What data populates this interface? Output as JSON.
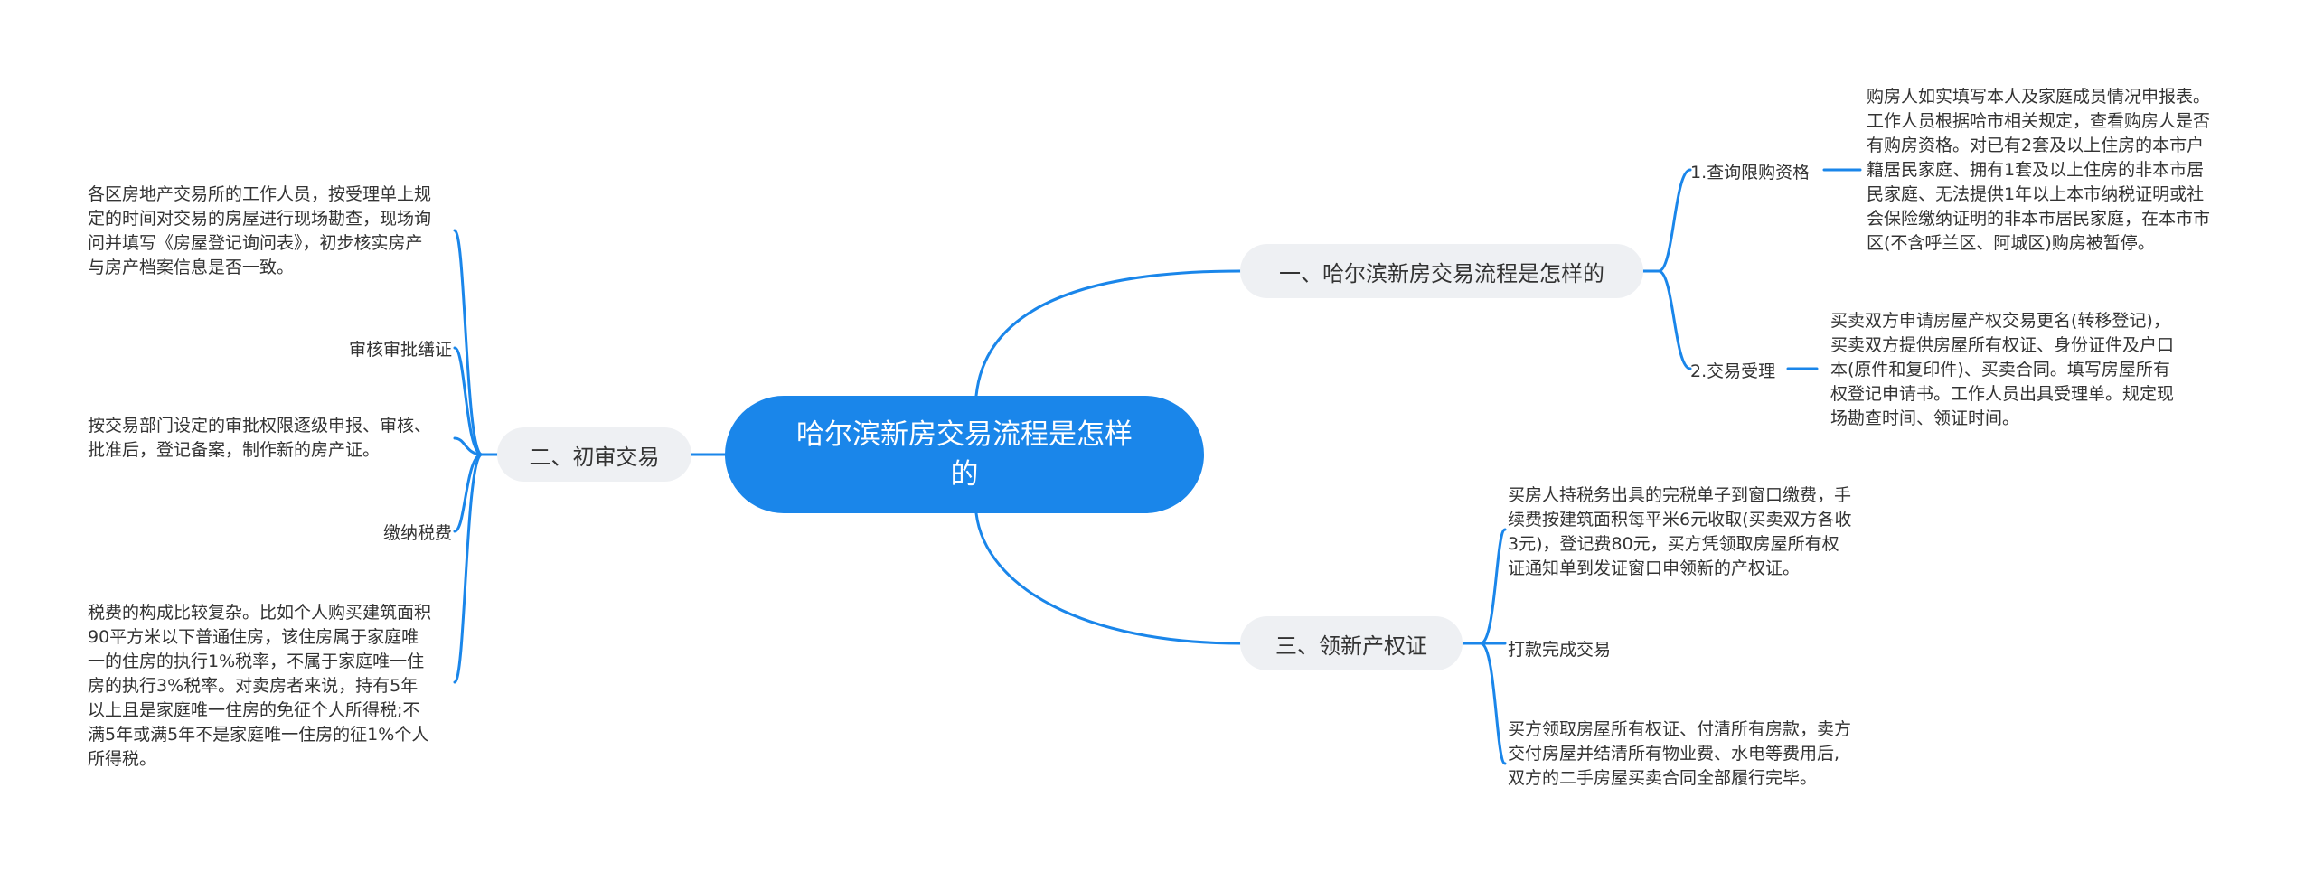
{
  "root": {
    "title": "哈尔滨新房交易流程是怎样的"
  },
  "branches": [
    {
      "label": "一、哈尔滨新房交易流程是怎样的",
      "children": [
        {
          "label": "1.查询限购资格",
          "detail": [
            "购房人如实填写本人及家庭成员情况申报表。",
            "工作人员根据哈市相关规定，查看购房人是否",
            "有购房资格。对已有2套及以上住房的本市户",
            "籍居民家庭、拥有1套及以上住房的非本市居",
            "民家庭、无法提供1年以上本市纳税证明或社",
            "会保险缴纳证明的非本市居民家庭，在本市市",
            "区(不含呼兰区、阿城区)购房被暂停。"
          ]
        },
        {
          "label": "2.交易受理",
          "detail": [
            "买卖双方申请房屋产权交易更名(转移登记)，",
            "买卖双方提供房屋所有权证、身份证件及户口",
            "本(原件和复印件)、买卖合同。填写房屋所有",
            "权登记申请书。工作人员出具受理单。规定现",
            "场勘查时间、领证时间。"
          ]
        }
      ]
    },
    {
      "label": "二、初审交易",
      "items": [
        [
          "各区房地产交易所的工作人员，按受理单上规",
          "定的时间对交易的房屋进行现场勘查，现场询",
          "问并填写《房屋登记询问表》，初步核实房产",
          "与房产档案信息是否一致。"
        ],
        [
          "审核审批缮证"
        ],
        [
          "按交易部门设定的审批权限逐级申报、审核、",
          "批准后，登记备案，制作新的房产证。"
        ],
        [
          "缴纳税费"
        ],
        [
          "税费的构成比较复杂。比如个人购买建筑面积",
          "90平方米以下普通住房，该住房属于家庭唯",
          "一的住房的执行1%税率，不属于家庭唯一住",
          "房的执行3%税率。对卖房者来说，持有5年",
          "以上且是家庭唯一住房的免征个人所得税;不",
          "满5年或满5年不是家庭唯一住房的征1%个人",
          "所得税。"
        ]
      ]
    },
    {
      "label": "三、领新产权证",
      "items": [
        [
          "买房人持税务出具的完税单子到窗口缴费，手",
          "续费按建筑面积每平米6元收取(买卖双方各收",
          "3元)，登记费80元，买方凭领取房屋所有权",
          "证通知单到发证窗口申领新的产权证。"
        ],
        [
          "打款完成交易"
        ],
        [
          "买方领取房屋所有权证、付清所有房款，卖方",
          "交付房屋并结清所有物业费、水电等费用后,",
          "双方的二手房屋买卖合同全部履行完毕。"
        ]
      ]
    }
  ],
  "colors": {
    "root": "#1a86ea",
    "line": "#1a86ea",
    "pill": "#eef0f3"
  }
}
